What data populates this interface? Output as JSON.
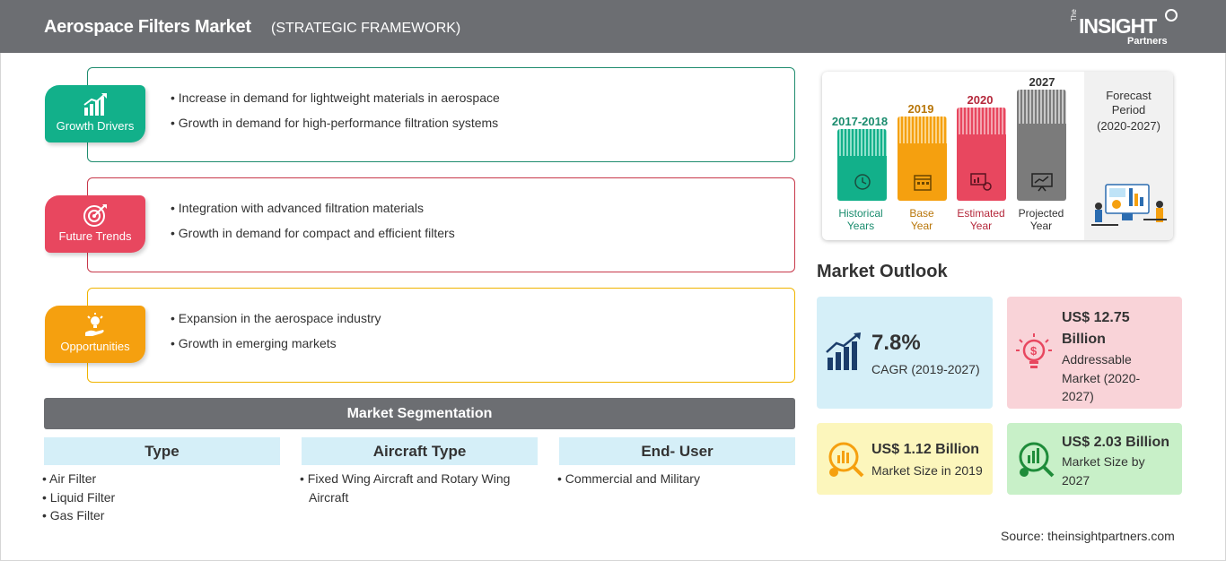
{
  "header": {
    "title": "Aerospace Filters Market",
    "subtitle": "(STRATEGIC FRAMEWORK)",
    "logo": {
      "the": "The",
      "insight": "INSIGHT",
      "partners": "Partners"
    }
  },
  "framework": {
    "growth_drivers": {
      "label": "Growth Drivers",
      "icon": "bar-chart-growth-icon",
      "color": "#12b08a",
      "border": "#1f8c6e",
      "items": [
        "Increase in demand for lightweight materials in aerospace",
        "Growth in demand for high-performance filtration systems"
      ]
    },
    "future_trends": {
      "label": "Future Trends",
      "icon": "target-icon",
      "color": "#e8475f",
      "border": "#c7384a",
      "items": [
        "Integration with advanced filtration materials",
        "Growth in demand for compact and efficient filters"
      ]
    },
    "opportunities": {
      "label": "Opportunities",
      "icon": "lightbulb-hand-icon",
      "color": "#f5a00f",
      "border": "#f0b400",
      "items": [
        "Expansion in the aerospace industry",
        "Growth in emerging markets"
      ]
    }
  },
  "segmentation": {
    "title": "Market Segmentation",
    "columns": [
      {
        "heading": "Type",
        "items": [
          "Air Filter",
          "Liquid Filter",
          "Gas Filter"
        ]
      },
      {
        "heading": "Aircraft Type",
        "items": [
          "Fixed Wing Aircraft and Rotary Wing Aircraft"
        ]
      },
      {
        "heading": "End- User",
        "items": [
          "Commercial and Military"
        ]
      }
    ]
  },
  "timeline": {
    "periods": [
      {
        "year": "2017-2018",
        "label_line1": "Historical",
        "label_line2": "Years",
        "color": "#12b08a",
        "text_color": "#1a8c6e",
        "icon": "history-clock-icon"
      },
      {
        "year": "2019",
        "label_line1": "Base",
        "label_line2": "Year",
        "color": "#f5a00f",
        "text_color": "#b8760a",
        "icon": "calendar-icon"
      },
      {
        "year": "2020",
        "label_line1": "Estimated",
        "label_line2": "Year",
        "color": "#e8475f",
        "text_color": "#b5283b",
        "icon": "analytics-gear-icon"
      },
      {
        "year": "2027",
        "label_line1": "Projected",
        "label_line2": "Year",
        "color": "#7b7b7b",
        "text_color": "#333333",
        "icon": "presentation-chart-icon"
      }
    ],
    "forecast_line1": "Forecast",
    "forecast_line2": "Period",
    "forecast_line3": "(2020-2027)"
  },
  "outlook": {
    "title": "Market Outlook",
    "cagr": {
      "value": "7.8%",
      "label": "CAGR (2019-2027)",
      "bg": "#d5eff8",
      "icon": "growth-chart-icon"
    },
    "addressable": {
      "value_line1": "US$ 12.75",
      "value_line2": "Billion",
      "label_line1": "Addressable",
      "label_line2": "Market (2020-",
      "label_line3": "2027)",
      "bg": "#f9d3d8",
      "icon": "money-bulb-icon"
    },
    "size_2019": {
      "value": "US$ 1.12 Billion",
      "label": "Market Size in 2019",
      "bg": "#fcf6bc",
      "icon": "money-search-icon"
    },
    "size_2027": {
      "value": "US$ 2.03 Billion",
      "label_line1": "Market Size by",
      "label_line2": "2027",
      "bg": "#c8f0c8",
      "icon": "money-growth-search-icon"
    }
  },
  "source": "Source: theinsightpartners.com"
}
